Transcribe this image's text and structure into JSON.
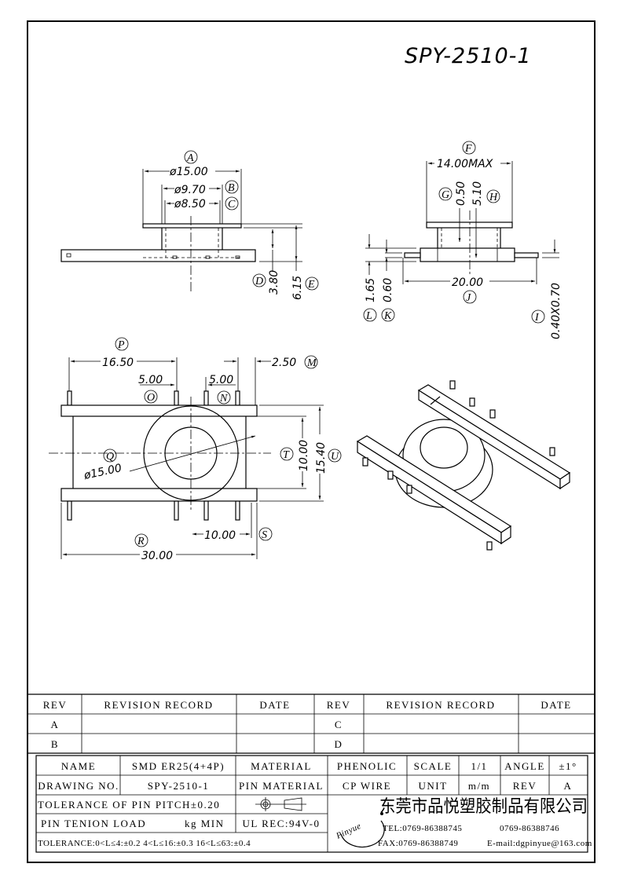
{
  "drawing_title": "SPY-2510-1",
  "top_left_view": {
    "dims": {
      "a": "ø15.00",
      "b": "ø9.70",
      "c": "ø8.50",
      "d": "3.80",
      "e": "6.15"
    },
    "labels": {
      "a": "A",
      "b": "B",
      "c": "C",
      "d": "D",
      "e": "E"
    }
  },
  "top_right_view": {
    "dims": {
      "f": "14.00MAX",
      "g": "0.50",
      "h": "5.10",
      "j": "20.00",
      "l": "1.65",
      "k": "0.60",
      "i": "0.40X0.70"
    },
    "labels": {
      "f": "F",
      "g": "G",
      "h": "H",
      "j": "J",
      "l": "L",
      "k": "K",
      "i": "I"
    }
  },
  "plan_view": {
    "dims": {
      "p": "16.50",
      "m": "2.50",
      "o": "5.00",
      "n": "5.00",
      "q": "ø15.00",
      "t": "10.00",
      "u": "15.40",
      "s": "10.00",
      "r": "30.00"
    },
    "labels": {
      "p": "P",
      "m": "M",
      "o": "O",
      "n": "N",
      "q": "Q",
      "t": "T",
      "u": "U",
      "s": "S",
      "r": "R"
    }
  },
  "revision_table": {
    "headers": [
      "REV",
      "REVISION RECORD",
      "DATE",
      "REV",
      "REVISION RECORD",
      "DATE"
    ],
    "rows": [
      [
        "A",
        "",
        "",
        "C",
        "",
        ""
      ],
      [
        "B",
        "",
        "",
        "D",
        "",
        ""
      ]
    ]
  },
  "title_block": {
    "name_label": "NAME",
    "name_value": "SMD ER25(4+4P)",
    "material_label": "MATERIAL",
    "material_value": "PHENOLIC",
    "scale_label": "SCALE",
    "scale_value": "1/1",
    "angle_label": "ANGLE",
    "angle_value": "±1°",
    "drawing_no_label": "DRAWING NO.",
    "drawing_no_value": "SPY-2510-1",
    "pin_material_label": "PIN MATERIAL",
    "pin_material_value": "CP WIRE",
    "unit_label": "UNIT",
    "unit_value": "m/m",
    "rev_label": "REV",
    "rev_value": "A",
    "pin_pitch_tolerance": "TOLERANCE OF PIN PITCH±0.20",
    "pin_tension_label": "PIN TENION LOAD",
    "pin_tension_unit": "kg MIN",
    "ul_rec": "UL REC:94V-0",
    "tolerance": "TOLERANCE:0<L≤4:±0.2  4<L≤16:±0.3  16<L≤63:±0.4",
    "company_name": "东莞市品悦塑胶制品有限公司",
    "logo_text": "Pinyue",
    "tel": "TEL:0769-86388745",
    "tel2": "0769-86388746",
    "fax": "FAX:0769-86388749",
    "email": "E-mail:dgpinyue@163.com"
  }
}
